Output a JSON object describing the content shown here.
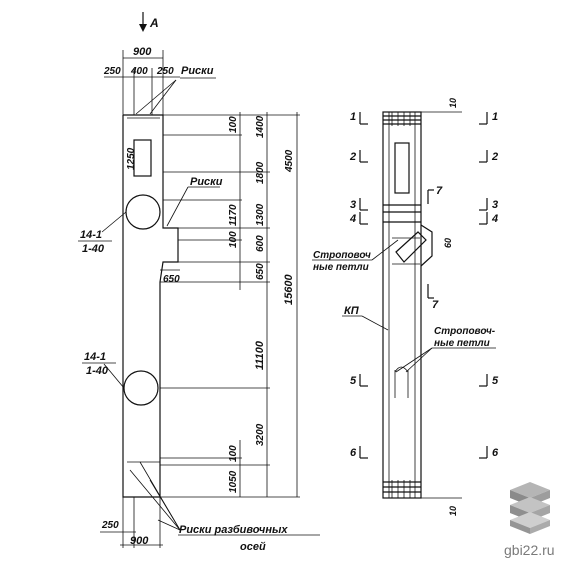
{
  "view_a": {
    "arrow_label": "А",
    "dims_top": {
      "total": "900",
      "left": "250",
      "middle": "400",
      "right": "250"
    },
    "dims_bottom": {
      "total": "900",
      "left": "250"
    },
    "marks_top_label": "Риски",
    "marks_mid_label": "Риски",
    "marks_bottom_label_1": "Риски разбивочных",
    "marks_bottom_label_2": "осей",
    "callout_upper": {
      "top": "14-1",
      "bottom": "1-40"
    },
    "callout_lower": {
      "top": "14-1",
      "bottom": "1-40"
    },
    "dim_1250": "1250",
    "dim_650": "650",
    "vertical_dims": {
      "d100_top": "100",
      "d1400": "1400",
      "d1800": "1800",
      "d4500": "4500",
      "d1170": "1170",
      "d1300": "1300",
      "d100_mid": "100",
      "d600": "600",
      "d650": "650",
      "d11100": "11100",
      "d15600": "15600",
      "d3200": "3200",
      "d100_bot": "100",
      "d1050": "1050"
    }
  },
  "side_view": {
    "sections": [
      "1",
      "2",
      "3",
      "4",
      "5",
      "6"
    ],
    "cut_label": "7",
    "dim_10_top": "10",
    "dim_10_bottom": "10",
    "dim_60": "60",
    "lifting_loops_1_line1": "Строповоч",
    "lifting_loops_1_line2": "ные петли",
    "kp_label": "КП",
    "lifting_loops_2_line1": "Строповоч-",
    "lifting_loops_2_line2": "ные петли"
  },
  "watermark": {
    "text": "gbi22.ru"
  }
}
